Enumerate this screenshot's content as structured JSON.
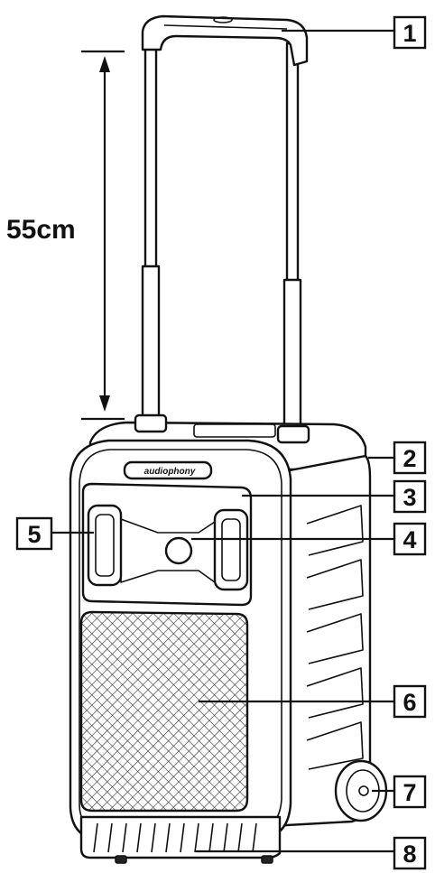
{
  "dimension": {
    "label": "55cm"
  },
  "brand": {
    "logo_text": "audiophony"
  },
  "callouts": [
    {
      "number": "1"
    },
    {
      "number": "2"
    },
    {
      "number": "3"
    },
    {
      "number": "4"
    },
    {
      "number": "5"
    },
    {
      "number": "6"
    },
    {
      "number": "7"
    },
    {
      "number": "8"
    }
  ]
}
